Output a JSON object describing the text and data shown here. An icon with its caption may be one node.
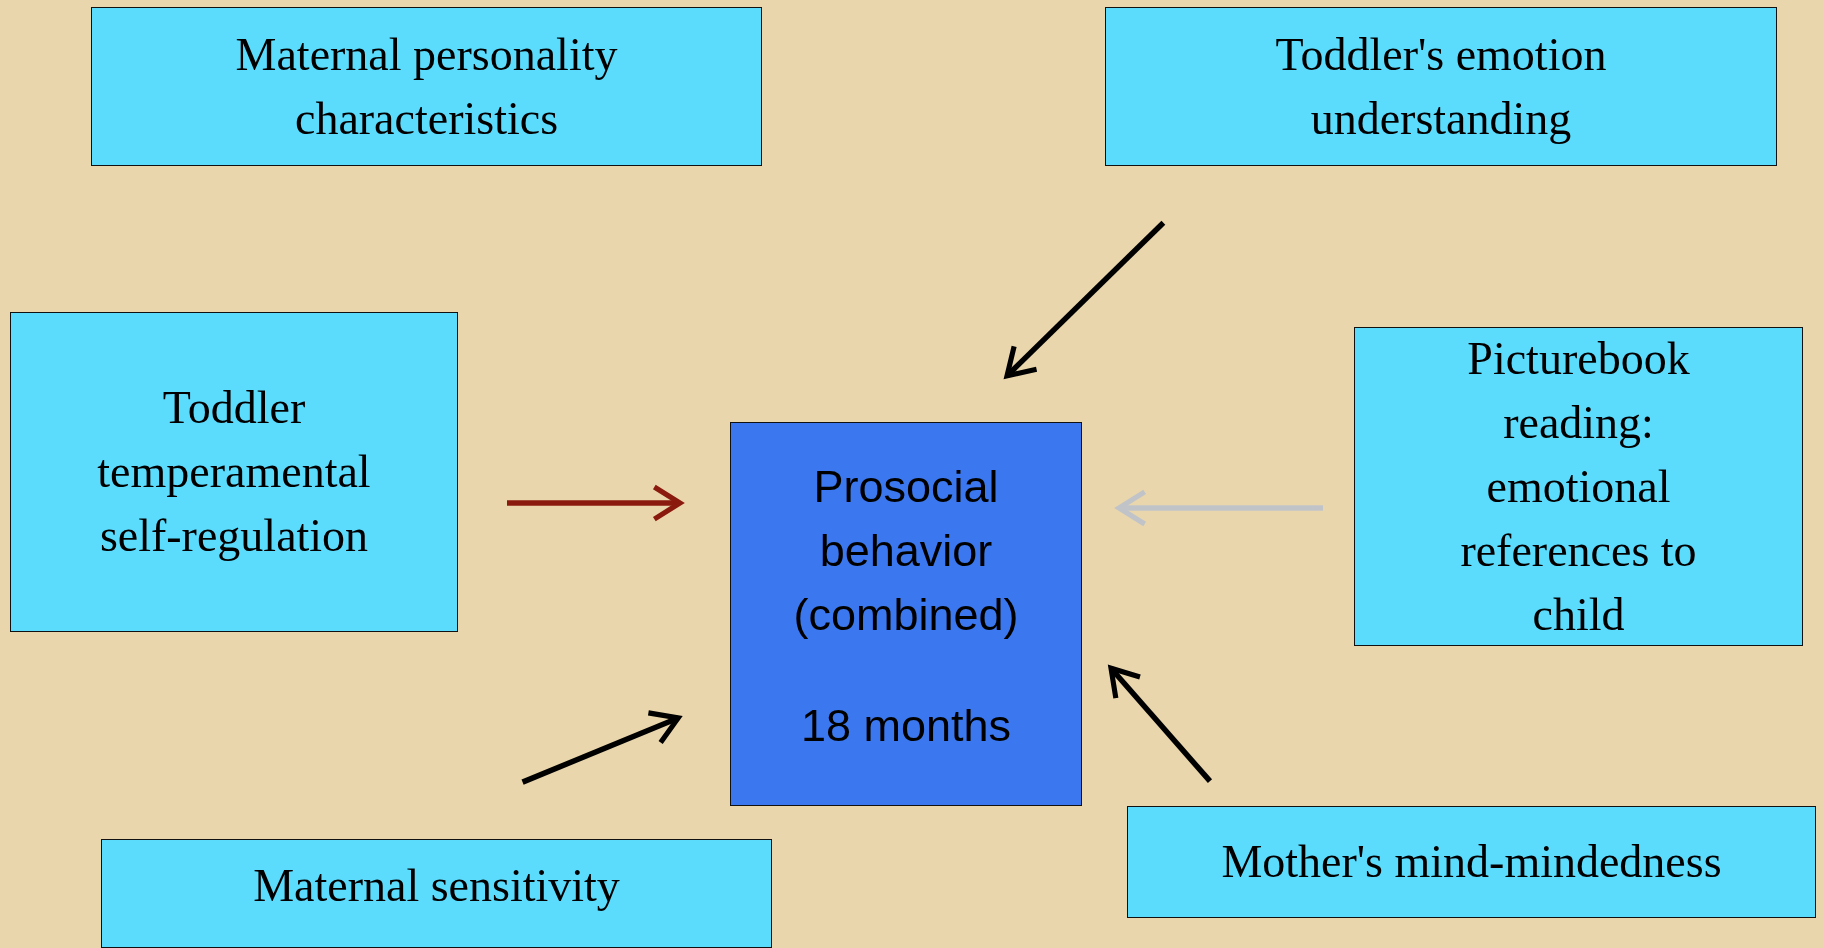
{
  "diagram": {
    "nodes": [
      {
        "text": [
          "Maternal personality characteristics"
        ]
      },
      {
        "text": [
          "Toddler's emotion understanding"
        ]
      },
      {
        "text": [
          "Toddler temperamental self-regulation"
        ]
      },
      {
        "text": [
          "Prosocial behavior (combined)",
          "18 months"
        ]
      },
      {
        "text": [
          "Picturebook reading: emotional references to child"
        ]
      },
      {
        "text": [
          "Maternal sensitivity"
        ]
      },
      {
        "text": [
          "Mother's mind-mindedness"
        ]
      }
    ],
    "edges": [
      {
        "from": 1,
        "to": 3,
        "arrow": "to"
      },
      {
        "from": 2,
        "to": 3,
        "arrow": "to",
        "color": "#8b1a0e"
      },
      {
        "from": 4,
        "to": 3,
        "arrow": "to",
        "color": "#c0c4c8"
      },
      {
        "from": 5,
        "to": 3,
        "arrow": "to"
      },
      {
        "from": 6,
        "to": 3,
        "arrow": "to"
      }
    ]
  }
}
